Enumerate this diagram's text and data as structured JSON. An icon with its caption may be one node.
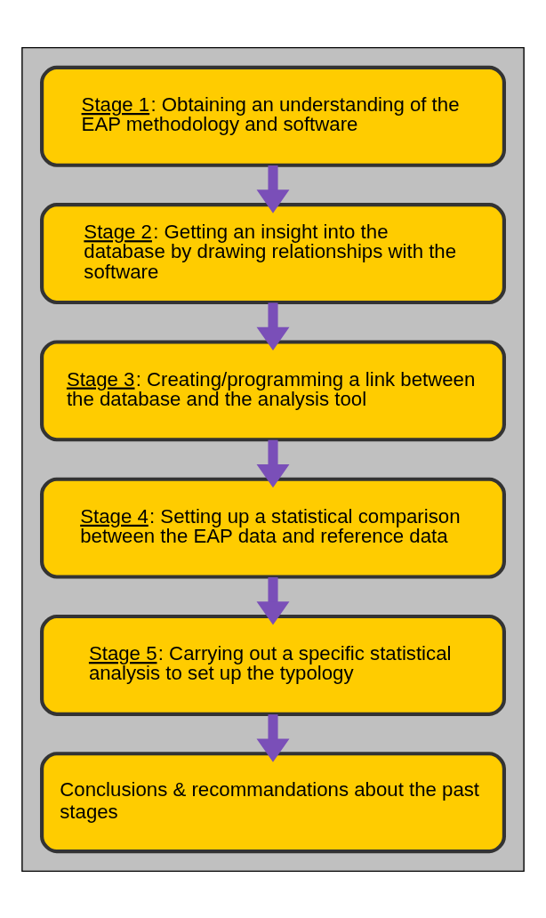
{
  "diagram": {
    "nodes": [
      {
        "text": [],
        "shape": "box"
      },
      {
        "text": [
          "Stage 1: Obtaining an understanding of the EAP methodology and software"
        ],
        "in": 0
      },
      {
        "text": [
          "Stage 2: Getting an insight into the database by drawing relationships with the software"
        ],
        "in": 0
      },
      {
        "text": [
          "Stage 3: Creating/programming a link between the database and the analysis tool"
        ],
        "in": 0
      },
      {
        "text": [
          "Stage 4: Setting up a statistical comparison between the EAP data and reference data"
        ],
        "in": 0
      },
      {
        "text": [
          "Stage 5: Carrying out a specific statistical analysis to set up the typology"
        ],
        "in": 0
      },
      {
        "text": [
          "Conclusions & recommandations about the past stages"
        ],
        "in": 0
      }
    ],
    "edges": [
      {
        "from": 1,
        "to": 2,
        "arrow": "to"
      },
      {
        "from": 2,
        "to": 3,
        "arrow": "to"
      },
      {
        "from": 3,
        "to": 4,
        "arrow": "to"
      },
      {
        "from": 4,
        "to": 5,
        "arrow": "to"
      },
      {
        "from": 5,
        "to": 6,
        "arrow": "to"
      }
    ]
  }
}
